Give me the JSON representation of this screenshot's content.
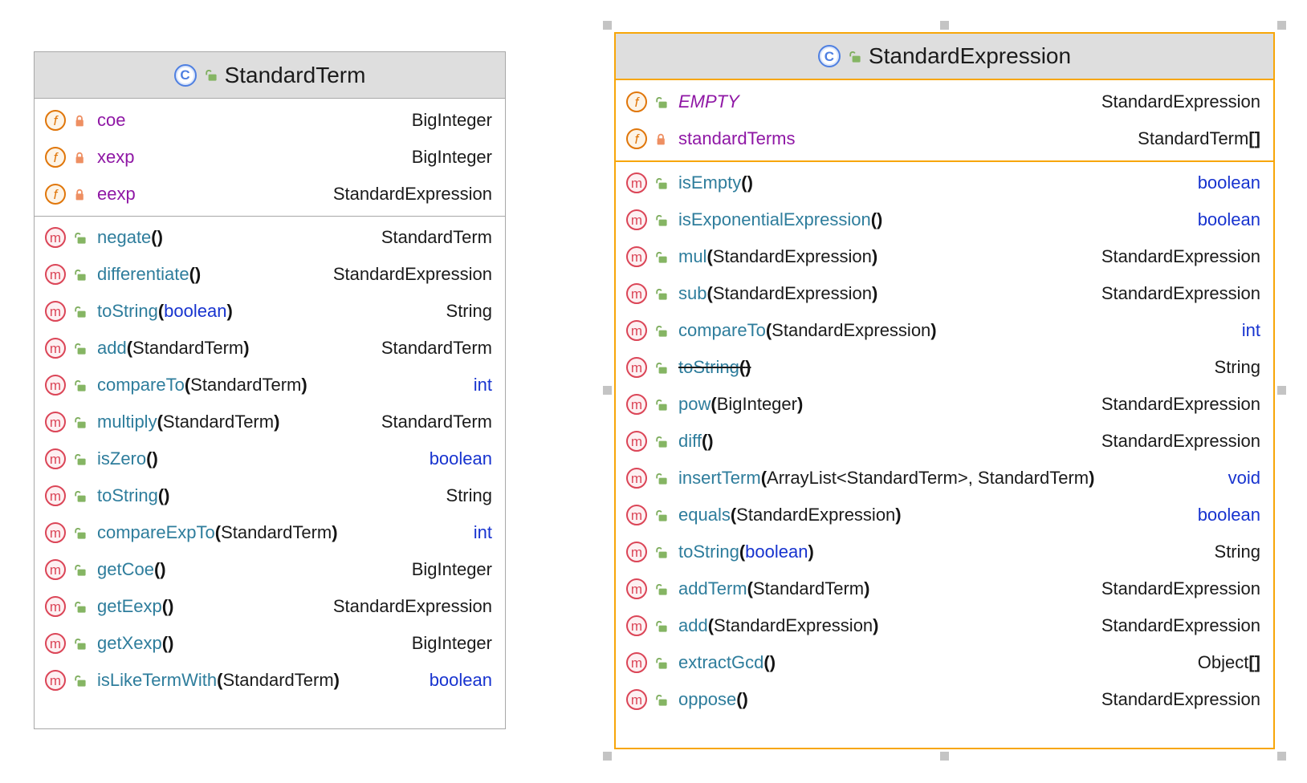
{
  "diagram": {
    "colors": {
      "selection_border": "#f7a609",
      "box_border": "#a8a8a8",
      "header_bg": "#dedede",
      "field_name": "#8f17a5",
      "method_name": "#2e7d9c",
      "keyword_type": "#1733cf",
      "class_type": "#1b1b1b",
      "class_icon_blue": "#4e7fe1",
      "field_icon_orange": "#e0760a",
      "method_icon_red": "#db4557",
      "lock_open_green": "#85b563",
      "lock_closed_orange": "#ee8f62",
      "selection_handle_gray": "#c4c4c4"
    },
    "icons": {
      "class": "class-icon",
      "field": "field-icon",
      "method": "method-icon",
      "public": "lock-open-icon",
      "private": "lock-closed-icon"
    },
    "classes": [
      {
        "name": "StandardTerm",
        "selected": false,
        "fields": [
          {
            "name": "coe",
            "vis": "private",
            "italic": false,
            "type": {
              "t": "BigInteger",
              "k": "c"
            }
          },
          {
            "name": "xexp",
            "vis": "private",
            "italic": false,
            "type": {
              "t": "BigInteger",
              "k": "c"
            }
          },
          {
            "name": "eexp",
            "vis": "private",
            "italic": false,
            "type": {
              "t": "StandardExpression",
              "k": "c"
            }
          }
        ],
        "methods": [
          {
            "name": "negate",
            "vis": "public",
            "params": [],
            "type": {
              "t": "StandardTerm",
              "k": "c"
            }
          },
          {
            "name": "differentiate",
            "vis": "public",
            "params": [],
            "type": {
              "t": "StandardExpression",
              "k": "c"
            }
          },
          {
            "name": "toString",
            "vis": "public",
            "params": [
              {
                "t": "boolean",
                "k": "p"
              }
            ],
            "type": {
              "t": "String",
              "k": "c"
            }
          },
          {
            "name": "add",
            "vis": "public",
            "params": [
              {
                "t": "StandardTerm",
                "k": "c"
              }
            ],
            "type": {
              "t": "StandardTerm",
              "k": "c"
            }
          },
          {
            "name": "compareTo",
            "vis": "public",
            "params": [
              {
                "t": "StandardTerm",
                "k": "c"
              }
            ],
            "type": {
              "t": "int",
              "k": "p"
            }
          },
          {
            "name": "multiply",
            "vis": "public",
            "params": [
              {
                "t": "StandardTerm",
                "k": "c"
              }
            ],
            "type": {
              "t": "StandardTerm",
              "k": "c"
            }
          },
          {
            "name": "isZero",
            "vis": "public",
            "params": [],
            "type": {
              "t": "boolean",
              "k": "p"
            }
          },
          {
            "name": "toString",
            "vis": "public",
            "params": [],
            "type": {
              "t": "String",
              "k": "c"
            }
          },
          {
            "name": "compareExpTo",
            "vis": "public",
            "params": [
              {
                "t": "StandardTerm",
                "k": "c"
              }
            ],
            "type": {
              "t": "int",
              "k": "p"
            }
          },
          {
            "name": "getCoe",
            "vis": "public",
            "params": [],
            "type": {
              "t": "BigInteger",
              "k": "c"
            }
          },
          {
            "name": "getEexp",
            "vis": "public",
            "params": [],
            "type": {
              "t": "StandardExpression",
              "k": "c"
            }
          },
          {
            "name": "getXexp",
            "vis": "public",
            "params": [],
            "type": {
              "t": "BigInteger",
              "k": "c"
            }
          },
          {
            "name": "isLikeTermWith",
            "vis": "public",
            "params": [
              {
                "t": "StandardTerm",
                "k": "c"
              }
            ],
            "type": {
              "t": "boolean",
              "k": "p"
            }
          }
        ]
      },
      {
        "name": "StandardExpression",
        "selected": true,
        "fields": [
          {
            "name": "EMPTY",
            "vis": "public",
            "italic": true,
            "type": {
              "t": "StandardExpression",
              "k": "c"
            }
          },
          {
            "name": "standardTerms",
            "vis": "private",
            "italic": false,
            "type": {
              "t": "StandardTerm",
              "k": "c",
              "suffix": "[]"
            }
          }
        ],
        "methods": [
          {
            "name": "isEmpty",
            "vis": "public",
            "params": [],
            "type": {
              "t": "boolean",
              "k": "p"
            }
          },
          {
            "name": "isExponentialExpression",
            "vis": "public",
            "params": [],
            "type": {
              "t": "boolean",
              "k": "p"
            }
          },
          {
            "name": "mul",
            "vis": "public",
            "params": [
              {
                "t": "StandardExpression",
                "k": "c"
              }
            ],
            "type": {
              "t": "StandardExpression",
              "k": "c"
            }
          },
          {
            "name": "sub",
            "vis": "public",
            "params": [
              {
                "t": "StandardExpression",
                "k": "c"
              }
            ],
            "type": {
              "t": "StandardExpression",
              "k": "c"
            }
          },
          {
            "name": "compareTo",
            "vis": "public",
            "params": [
              {
                "t": "StandardExpression",
                "k": "c"
              }
            ],
            "type": {
              "t": "int",
              "k": "p"
            }
          },
          {
            "name": "toString",
            "vis": "public",
            "deprecated": true,
            "params": [],
            "type": {
              "t": "String",
              "k": "c"
            }
          },
          {
            "name": "pow",
            "vis": "public",
            "params": [
              {
                "t": "BigInteger",
                "k": "c"
              }
            ],
            "type": {
              "t": "StandardExpression",
              "k": "c"
            }
          },
          {
            "name": "diff",
            "vis": "public",
            "params": [],
            "type": {
              "t": "StandardExpression",
              "k": "c"
            }
          },
          {
            "name": "insertTerm",
            "vis": "public",
            "params": [
              {
                "t": "ArrayList<StandardTerm>",
                "k": "c"
              },
              {
                "t": "StandardTerm",
                "k": "c"
              }
            ],
            "type": {
              "t": "void",
              "k": "p"
            }
          },
          {
            "name": "equals",
            "vis": "public",
            "params": [
              {
                "t": "StandardExpression",
                "k": "c"
              }
            ],
            "type": {
              "t": "boolean",
              "k": "p"
            }
          },
          {
            "name": "toString",
            "vis": "public",
            "params": [
              {
                "t": "boolean",
                "k": "p"
              }
            ],
            "type": {
              "t": "String",
              "k": "c"
            }
          },
          {
            "name": "addTerm",
            "vis": "public",
            "params": [
              {
                "t": "StandardTerm",
                "k": "c"
              }
            ],
            "type": {
              "t": "StandardExpression",
              "k": "c"
            }
          },
          {
            "name": "add",
            "vis": "public",
            "params": [
              {
                "t": "StandardExpression",
                "k": "c"
              }
            ],
            "type": {
              "t": "StandardExpression",
              "k": "c"
            }
          },
          {
            "name": "extractGcd",
            "vis": "public",
            "params": [],
            "type": {
              "t": "Object",
              "k": "c",
              "suffix": "[]"
            }
          },
          {
            "name": "oppose",
            "vis": "public",
            "params": [],
            "type": {
              "t": "StandardExpression",
              "k": "c"
            }
          }
        ]
      }
    ]
  }
}
